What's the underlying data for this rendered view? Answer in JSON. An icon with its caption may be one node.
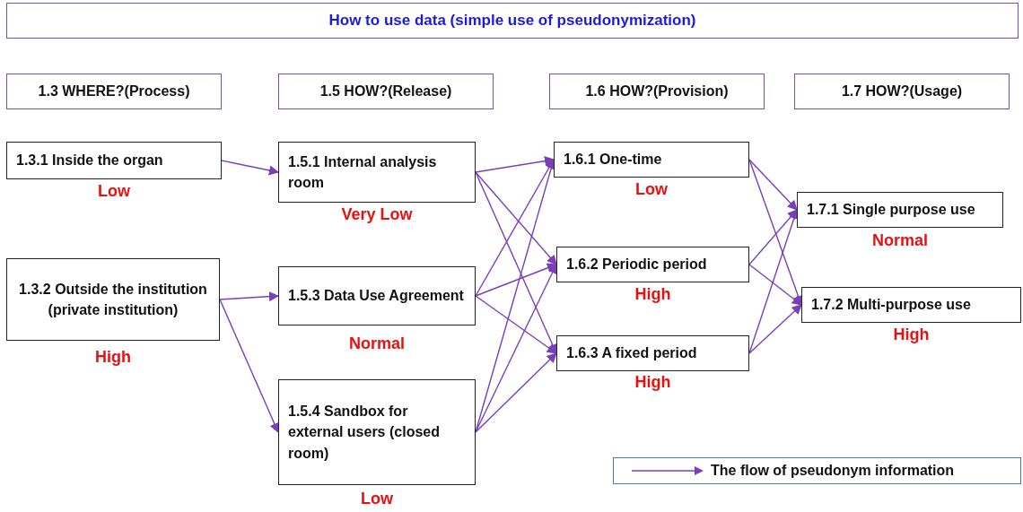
{
  "diagram": {
    "title": "How to use data (simple use of pseudonymization)",
    "nodes": [
      {
        "text": [
          "1.3 WHERE?(Process)"
        ]
      },
      {
        "text": [
          "1.5 HOW?(Release)"
        ]
      },
      {
        "text": [
          "1.6 HOW?(Provision)"
        ]
      },
      {
        "text": [
          "1.7 HOW?(Usage)"
        ]
      },
      {
        "text": [
          "1.3.1 Inside the organ"
        ],
        "beside": [
          "Low"
        ]
      },
      {
        "text": [
          "1.3.2 Outside the institution (private institution)"
        ],
        "beside": [
          "High"
        ]
      },
      {
        "text": [
          "1.5.1 Internal analysis room"
        ],
        "beside": [
          "Very Low"
        ]
      },
      {
        "text": [
          "1.5.3 Data Use Agreement"
        ],
        "beside": [
          "Normal"
        ]
      },
      {
        "text": [
          "1.5.4 Sandbox for external users (closed room)"
        ],
        "beside": [
          "Low"
        ]
      },
      {
        "text": [
          "1.6.1 One-time"
        ],
        "beside": [
          "Low"
        ]
      },
      {
        "text": [
          "1.6.2 Periodic period"
        ],
        "beside": [
          "High"
        ]
      },
      {
        "text": [
          "1.6.3 A fixed period"
        ],
        "beside": [
          "High"
        ]
      },
      {
        "text": [
          "1.7.1 Single purpose use"
        ],
        "beside": [
          "Normal"
        ]
      },
      {
        "text": [
          "1.7.2 Multi-purpose use"
        ],
        "beside": [
          "High"
        ]
      }
    ],
    "edges": [
      {
        "from": 4,
        "to": 6,
        "arrow": "to"
      },
      {
        "from": 5,
        "to": 7,
        "arrow": "to"
      },
      {
        "from": 5,
        "to": 8,
        "arrow": "to"
      },
      {
        "from": 6,
        "to": 9,
        "arrow": "to"
      },
      {
        "from": 6,
        "to": 10,
        "arrow": "to"
      },
      {
        "from": 6,
        "to": 11,
        "arrow": "to"
      },
      {
        "from": 7,
        "to": 9,
        "arrow": "to"
      },
      {
        "from": 7,
        "to": 10,
        "arrow": "to"
      },
      {
        "from": 7,
        "to": 11,
        "arrow": "to"
      },
      {
        "from": 8,
        "to": 9,
        "arrow": "to"
      },
      {
        "from": 8,
        "to": 10,
        "arrow": "to"
      },
      {
        "from": 8,
        "to": 11,
        "arrow": "to"
      },
      {
        "from": 9,
        "to": 12,
        "arrow": "to"
      },
      {
        "from": 9,
        "to": 13,
        "arrow": "to"
      },
      {
        "from": 10,
        "to": 12,
        "arrow": "to"
      },
      {
        "from": 10,
        "to": 13,
        "arrow": "to"
      },
      {
        "from": 11,
        "to": 12,
        "arrow": "to"
      },
      {
        "from": 11,
        "to": 13,
        "arrow": "to"
      }
    ],
    "legend": [
      {
        "text": "The flow of pseudonym information"
      }
    ]
  }
}
